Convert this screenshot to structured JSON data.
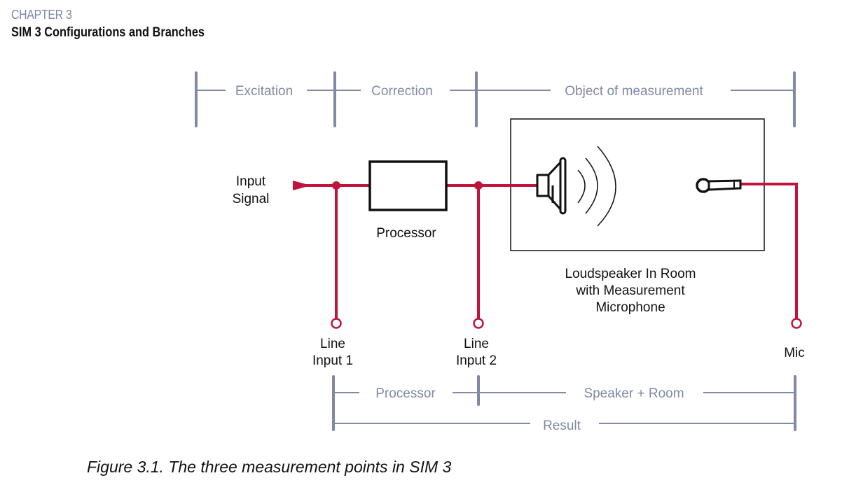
{
  "header": {
    "chapter": "CHAPTER 3",
    "section_title": "SIM 3 Configurations and Branches"
  },
  "colors": {
    "signal_line": "#c0143c",
    "bracket": "#8189a6",
    "box_outline": "#111111"
  },
  "diagram": {
    "top_brackets": [
      {
        "label": "Excitation"
      },
      {
        "label": "Correction"
      },
      {
        "label": "Object of measurement"
      }
    ],
    "input_label": [
      "Input",
      "Signal"
    ],
    "processor_label": "Processor",
    "room_label": [
      "Loudspeaker In Room",
      "with Measurement",
      "Microphone"
    ],
    "icons": {
      "speaker": "loudspeaker-icon",
      "sound_waves": "sound-waves-icon",
      "mic": "microphone-icon"
    },
    "measurement_points": [
      {
        "label": [
          "Line",
          "Input 1"
        ]
      },
      {
        "label": [
          "Line",
          "Input 2"
        ]
      },
      {
        "label": [
          "Mic"
        ]
      }
    ],
    "bottom_brackets": [
      {
        "label": "Processor"
      },
      {
        "label": "Speaker + Room"
      }
    ],
    "result_bracket": {
      "label": "Result"
    }
  },
  "caption": "Figure 3.1. The three measurement points in SIM 3"
}
